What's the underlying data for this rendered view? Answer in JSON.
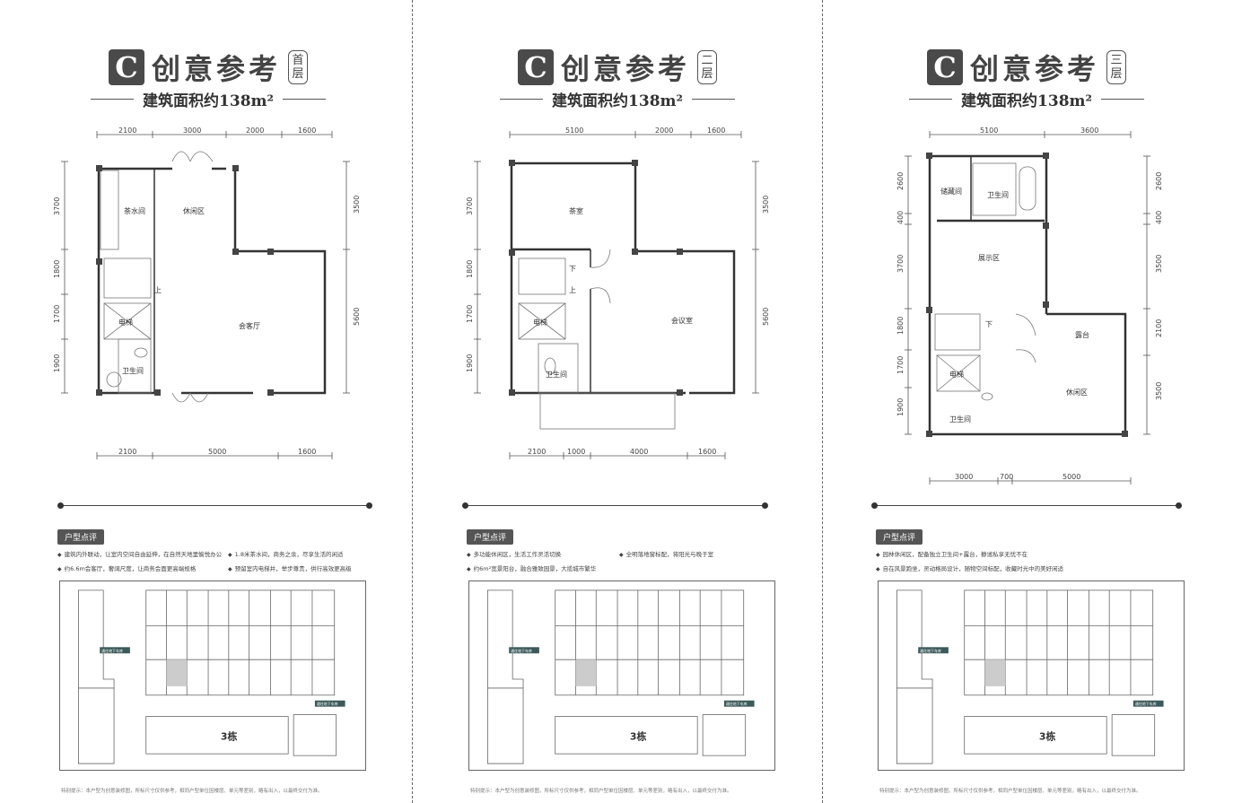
{
  "panels": [
    {
      "badge": "C",
      "title": "创意参考",
      "floor": [
        "首",
        "层"
      ],
      "area": "建筑面积约138m²",
      "dims_top": [
        "2100",
        "3000",
        "2000",
        "1600"
      ],
      "dims_bottom": [
        "2100",
        "5000",
        "1600"
      ],
      "dims_left": [
        "3700",
        "1800",
        "1700",
        "1900"
      ],
      "dims_right": [
        "3500",
        "5600"
      ],
      "rooms": [
        "茶水间",
        "休闲区",
        "会客厅",
        "电梯",
        "卫生间",
        "上"
      ],
      "review_label": "户型点评",
      "notes": [
        "建筑内外联动，让室内空间自由延伸，在自然天地里愉悦办公",
        "1.8米茶水间，商务之余，尽享生活的闲适",
        "约6.6m会客厅，奢阔尺度，让商务会面更高端规格",
        "预留室内电梯井，举步尊贵，供行高效更高级"
      ],
      "site_labels": [
        "通往地下车库",
        "通往地下车库",
        "3栋"
      ],
      "footer": "特别提示：本户型为创意装修图，所标尺寸仅供参考，相同户型单位因楼层、单元等差别，略有出入，以最终交付为准。"
    },
    {
      "badge": "C",
      "title": "创意参考",
      "floor": [
        "二",
        "层"
      ],
      "area": "建筑面积约138m²",
      "dims_top": [
        "5100",
        "2000",
        "1600"
      ],
      "dims_bottom": [
        "2100",
        "1000",
        "4000",
        "1600"
      ],
      "dims_left": [
        "3700",
        "1800",
        "1700",
        "1900"
      ],
      "dims_right": [
        "3500",
        "5600"
      ],
      "rooms": [
        "茶室",
        "会议室",
        "电梯",
        "卫生间",
        "下",
        "上"
      ],
      "review_label": "户型点评",
      "notes": [
        "多功能休闲区，生活工作灵活切换",
        "全明落地窗标配，将阳光与晚于室",
        "约6m²宽景阳台，融合雅致园景，大揽城市繁华"
      ],
      "site_labels": [
        "通往地下车库",
        "通往地下车库",
        "3栋"
      ],
      "footer": "特别提示：本户型为创意装修图，所标尺寸仅供参考，相同户型单位因楼层、单元等差别，略有出入，以最终交付为准。"
    },
    {
      "badge": "C",
      "title": "创意参考",
      "floor": [
        "三",
        "层"
      ],
      "area": "建筑面积约138m²",
      "dims_top": [
        "5100",
        "3600"
      ],
      "dims_bottom": [
        "3000",
        "700",
        "5000"
      ],
      "dims_left": [
        "2600",
        "400",
        "3700",
        "1800",
        "1700",
        "1900"
      ],
      "dims_right": [
        "2600",
        "400",
        "3500",
        "2100",
        "3500"
      ],
      "rooms": [
        "储藏间",
        "卫生间",
        "展示区",
        "露台",
        "休闲区",
        "电梯",
        "卫生间",
        "下"
      ],
      "review_label": "户型点评",
      "notes": [
        "园林休闲区，配备独立卫生间+露台，静谧私享无忧不在",
        "自在风景跑坐，灵动格局设计，随物空间标配，收藏时光中的美好闲适"
      ],
      "site_labels": [
        "通往地下车库",
        "通往地下车库",
        "3栋"
      ],
      "footer": "特别提示：本户型为创意装修图，所标尺寸仅供参考，相同户型单位因楼层、单元等差别，略有出入，以最终交付为准。"
    }
  ]
}
